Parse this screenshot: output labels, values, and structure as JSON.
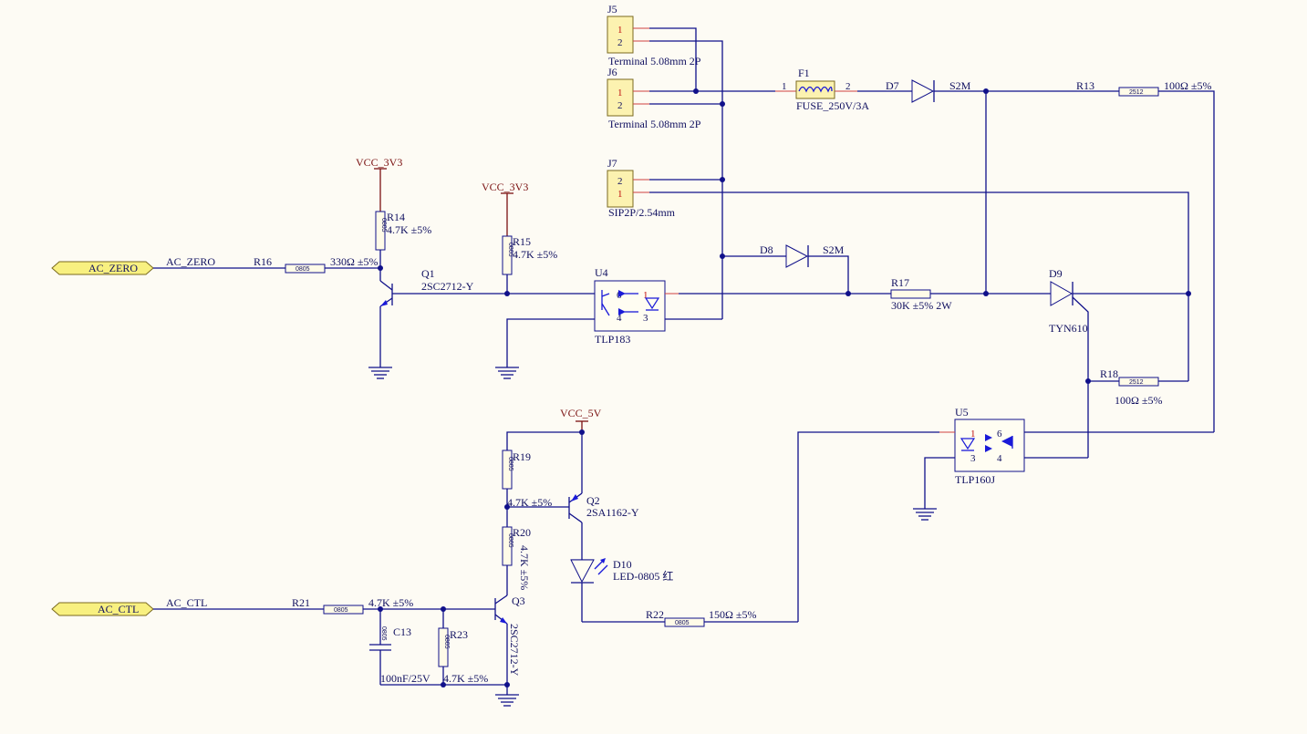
{
  "nets": {
    "ac_zero": "AC_ZERO",
    "ac_ctl": "AC_CTL",
    "vcc_3v3_a": "VCC_3V3",
    "vcc_3v3_b": "VCC_3V3",
    "vcc_5v": "VCC_5V"
  },
  "connectors": {
    "j5": {
      "ref": "J5",
      "desc": "Terminal  5.08mm 2P",
      "pin1": "1",
      "pin2": "2"
    },
    "j6": {
      "ref": "J6",
      "desc": "Terminal  5.08mm 2P",
      "pin1": "1",
      "pin2": "2"
    },
    "j7": {
      "ref": "J7",
      "desc": "SIP2P/2.54mm",
      "pin1": "1",
      "pin2": "2"
    }
  },
  "fuse": {
    "ref": "F1",
    "value": "FUSE_250V/3A",
    "pin1": "1",
    "pin2": "2"
  },
  "diodes": {
    "d7": {
      "ref": "D7",
      "value": "S2M"
    },
    "d8": {
      "ref": "D8",
      "value": "S2M"
    },
    "d9": {
      "ref": "D9",
      "value": "TYN610"
    },
    "d10": {
      "ref": "D10",
      "value": "LED-0805 红"
    }
  },
  "resistors": {
    "r13": {
      "ref": "R13",
      "pkg": "2512",
      "value": "100Ω ±5%"
    },
    "r14": {
      "ref": "R14",
      "pkg": "0805",
      "value": "4.7K  ±5%"
    },
    "r15": {
      "ref": "R15",
      "pkg": "0805",
      "value": "4.7K  ±5%"
    },
    "r16": {
      "ref": "R16",
      "pkg": "0805",
      "value": "330Ω ±5%"
    },
    "r17": {
      "ref": "R17",
      "value": "30K ±5% 2W"
    },
    "r18": {
      "ref": "R18",
      "pkg": "2512",
      "value": "100Ω ±5%"
    },
    "r19": {
      "ref": "R19",
      "pkg": "0805",
      "value": "4.7K  ±5%"
    },
    "r20": {
      "ref": "R20",
      "pkg": "0805",
      "value": "4.7K  ±5%"
    },
    "r21": {
      "ref": "R21",
      "pkg": "0805",
      "value": "4.7K  ±5%"
    },
    "r22": {
      "ref": "R22",
      "pkg": "0805",
      "value": "150Ω  ±5%"
    },
    "r23": {
      "ref": "R23",
      "pkg": "0805",
      "value": "4.7K  ±5%"
    }
  },
  "capacitor": {
    "ref": "C13",
    "pkg": "0805",
    "value": "100nF/25V"
  },
  "transistors": {
    "q1": {
      "ref": "Q1",
      "value": "2SC2712-Y"
    },
    "q2": {
      "ref": "Q2",
      "value": "2SA1162-Y"
    },
    "q3": {
      "ref": "Q3",
      "value": "2SC2712-Y"
    }
  },
  "optos": {
    "u4": {
      "ref": "U4",
      "value": "TLP183",
      "p1": "1",
      "p3": "3",
      "p4": "4",
      "p6": "6"
    },
    "u5": {
      "ref": "U5",
      "value": "TLP160J",
      "p1": "1",
      "p3": "3",
      "p4": "4",
      "p6": "6"
    }
  },
  "colors": {
    "wire": "#10108a",
    "label": "#101060",
    "power": "#7a1010",
    "background": "#fdfbf4"
  }
}
